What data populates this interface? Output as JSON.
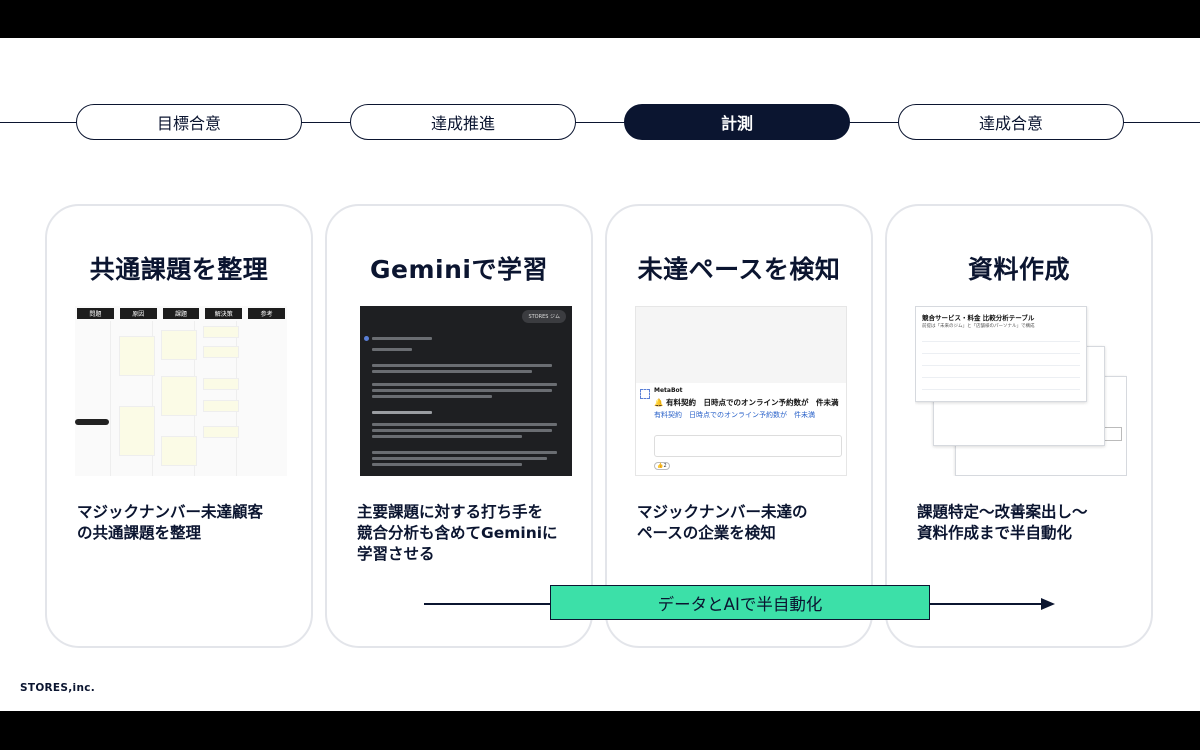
{
  "steps": [
    {
      "label": "目標合意",
      "active": false
    },
    {
      "label": "達成推進",
      "active": false
    },
    {
      "label": "計測",
      "active": true
    },
    {
      "label": "達成合意",
      "active": false
    }
  ],
  "cards": [
    {
      "title": "共通課題を整理",
      "desc": "マジックナンバー未達顧客\nの共通課題を整理"
    },
    {
      "title": "Geminiで学習",
      "desc": "主要課題に対する打ち手を\n競合分析も含めてGeminiに\n学習させる"
    },
    {
      "title": "未達ペースを検知",
      "desc": "マジックナンバー未達の\nペースの企業を検知"
    },
    {
      "title": "資料作成",
      "desc": "課題特定〜改善案出し〜\n資料作成まで半自動化"
    }
  ],
  "thumb1": {
    "headers": [
      "問題",
      "原因",
      "課題",
      "解決策",
      "参考"
    ]
  },
  "thumb2": {
    "chip": "STORES ジム"
  },
  "thumb3": {
    "bot_name": "MetaBot",
    "main": "🔔 有料契約　日時点でのオンライン予約数が　件未満",
    "sub": "有料契約　日時点でのオンライン予約数が　件未満",
    "reaction": "👍2"
  },
  "thumb4": {
    "title": "競合サービス・料金 比較分析テーブル",
    "subtitle": "前提は「未来のジム」と「店舗様のパーソナル」で構成"
  },
  "automation_label": "データとAIで半自動化",
  "logo": "STORES,inc.",
  "colors": {
    "navy": "#0b1530",
    "accent_green": "#3ce0a8"
  }
}
